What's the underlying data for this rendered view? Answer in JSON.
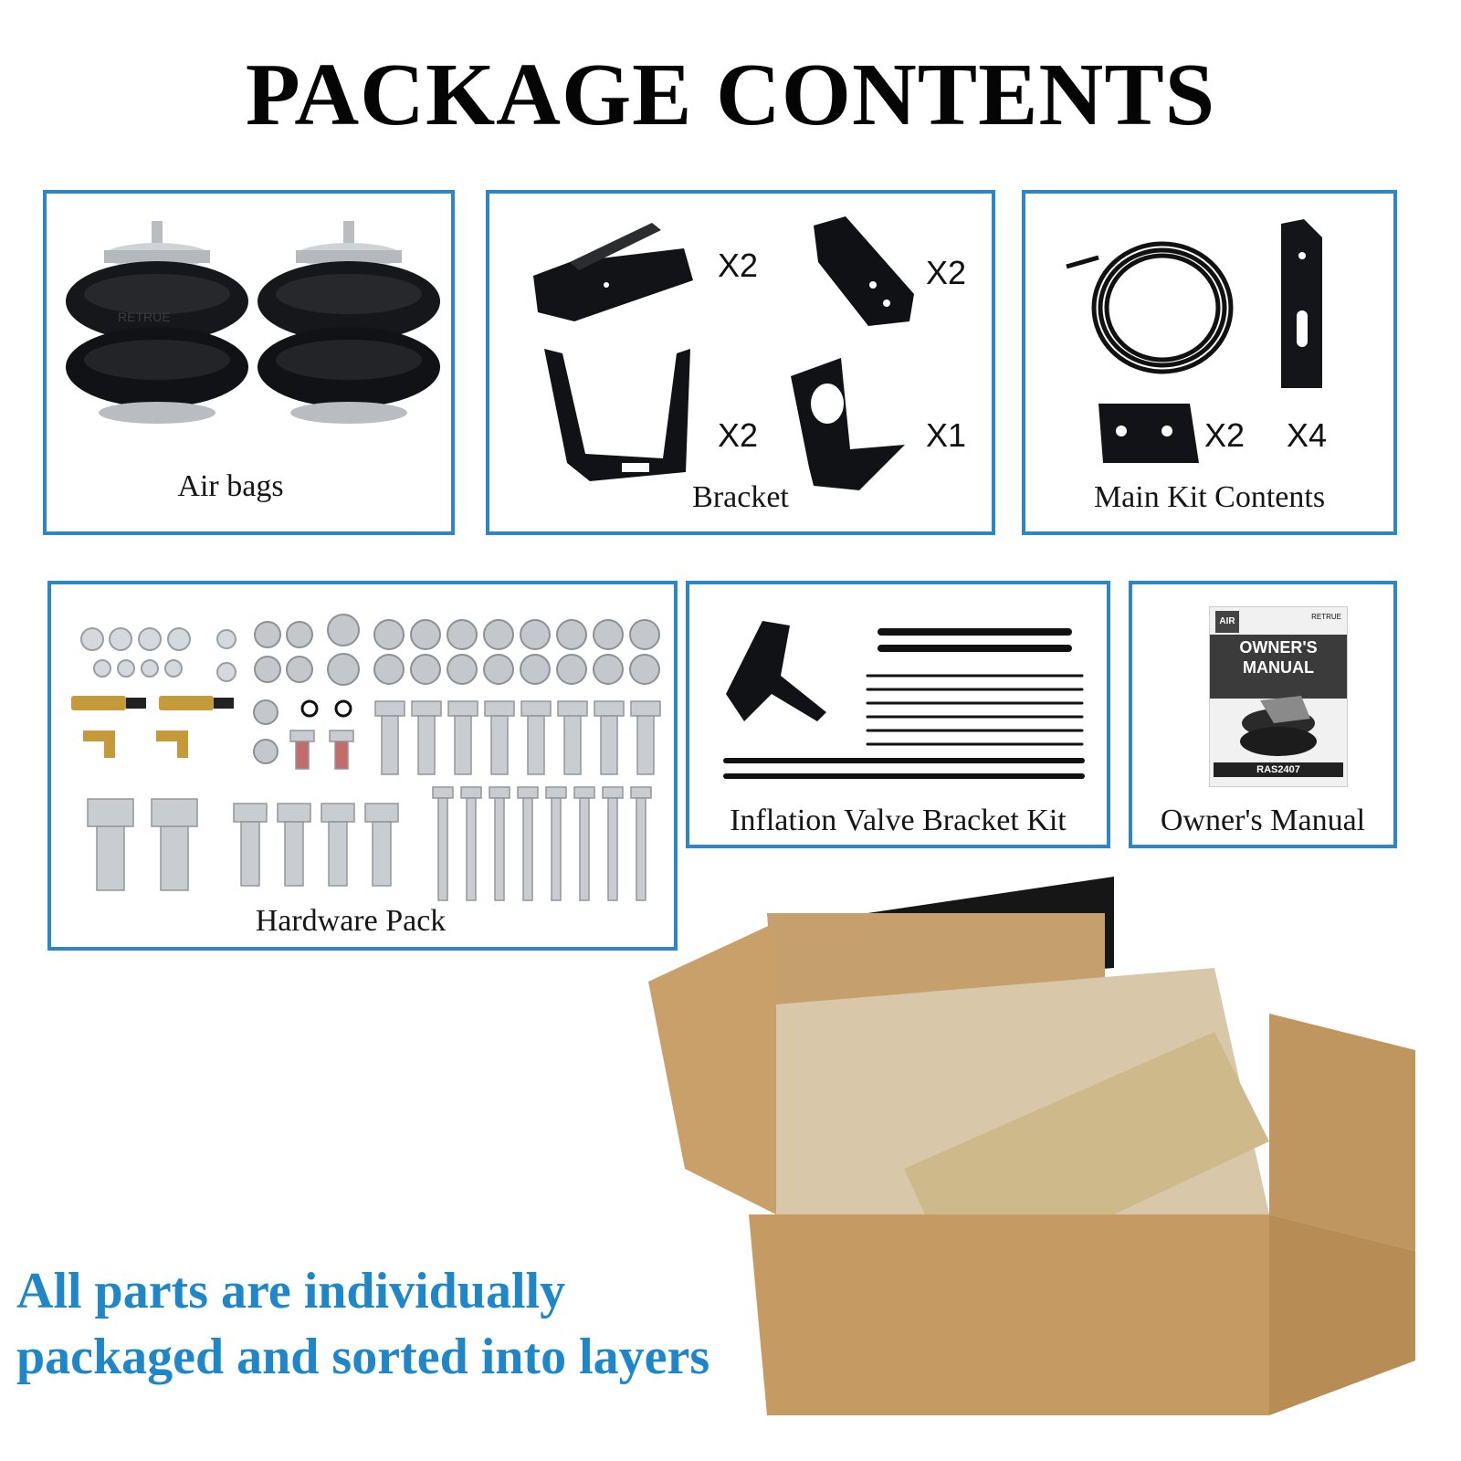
{
  "title": "PACKAGE CONTENTS",
  "panels": {
    "airbags": {
      "caption": "Air bags",
      "brand": "RETRUE"
    },
    "bracket": {
      "caption": "Bracket",
      "qty": [
        "X2",
        "X2",
        "X2",
        "X1"
      ]
    },
    "main_kit": {
      "caption": "Main Kit Contents",
      "qty": [
        "X2",
        "X4"
      ]
    },
    "hardware": {
      "caption": "Hardware Pack"
    },
    "inflation": {
      "caption": "Inflation Valve Bracket Kit"
    },
    "manual": {
      "caption": "Owner's Manual",
      "cover_badge": "AIR",
      "cover_brand": "RETRUE",
      "cover_title_1": "OWNER'S",
      "cover_title_2": "MANUAL",
      "cover_model": "RAS2407"
    }
  },
  "tagline": {
    "line1": "All parts are individually",
    "line2": "packaged and sorted into layers"
  },
  "colors": {
    "panel_border": "#2f86c4",
    "tagline": "#1f86c8",
    "cardboard": "#c9a06a"
  }
}
